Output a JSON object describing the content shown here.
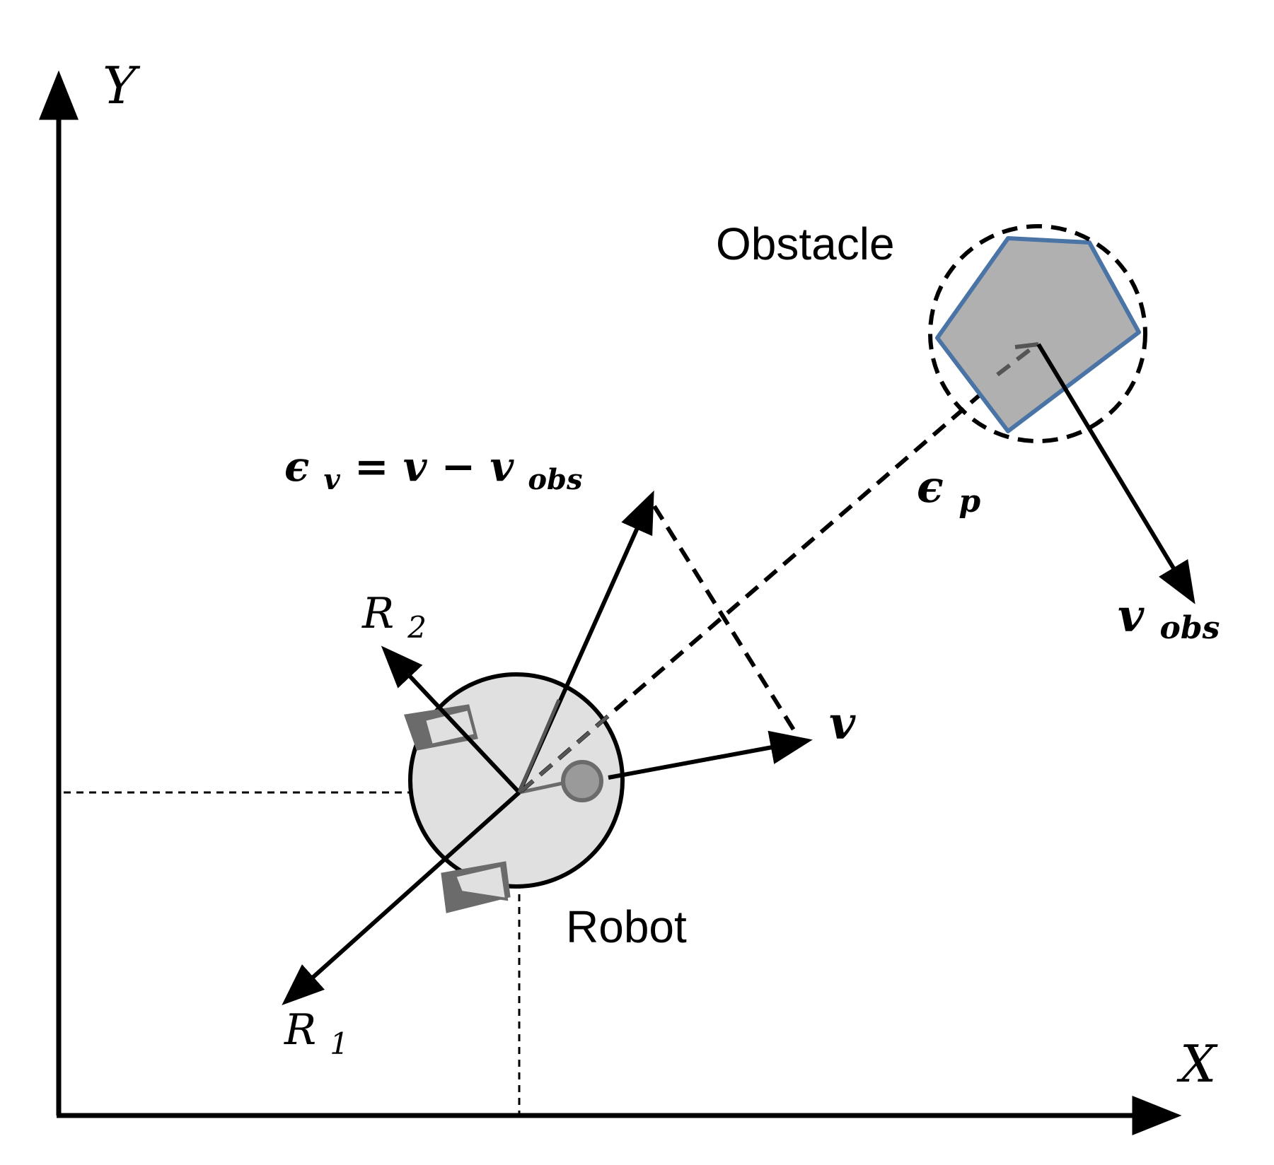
{
  "axes": {
    "x_label": "X",
    "y_label": "Y"
  },
  "robot": {
    "label": "Robot"
  },
  "obstacle": {
    "label": "Obstacle"
  },
  "vectors": {
    "r1": {
      "base": "R",
      "sub": "1"
    },
    "r2": {
      "base": "R",
      "sub": "2"
    },
    "v": {
      "label": "v"
    },
    "v_obs": {
      "base": "v",
      "sub": "obs"
    },
    "epsilon_p": {
      "base": "ϵ",
      "sub": "p"
    },
    "epsilon_v": {
      "eps": "ϵ",
      "eps_sub": "v",
      "rhs": " = v − v",
      "rhs_sub": "obs"
    }
  },
  "colors": {
    "ink": "#000000",
    "robot_fill": "#e0e0e0",
    "wheel_fill": "#6b6b6b",
    "caster_fill": "#9a9a9a",
    "obstacle_fill": "#b0b0b0",
    "obstacle_stroke": "#4a74a6",
    "inner_line": "#555555"
  }
}
